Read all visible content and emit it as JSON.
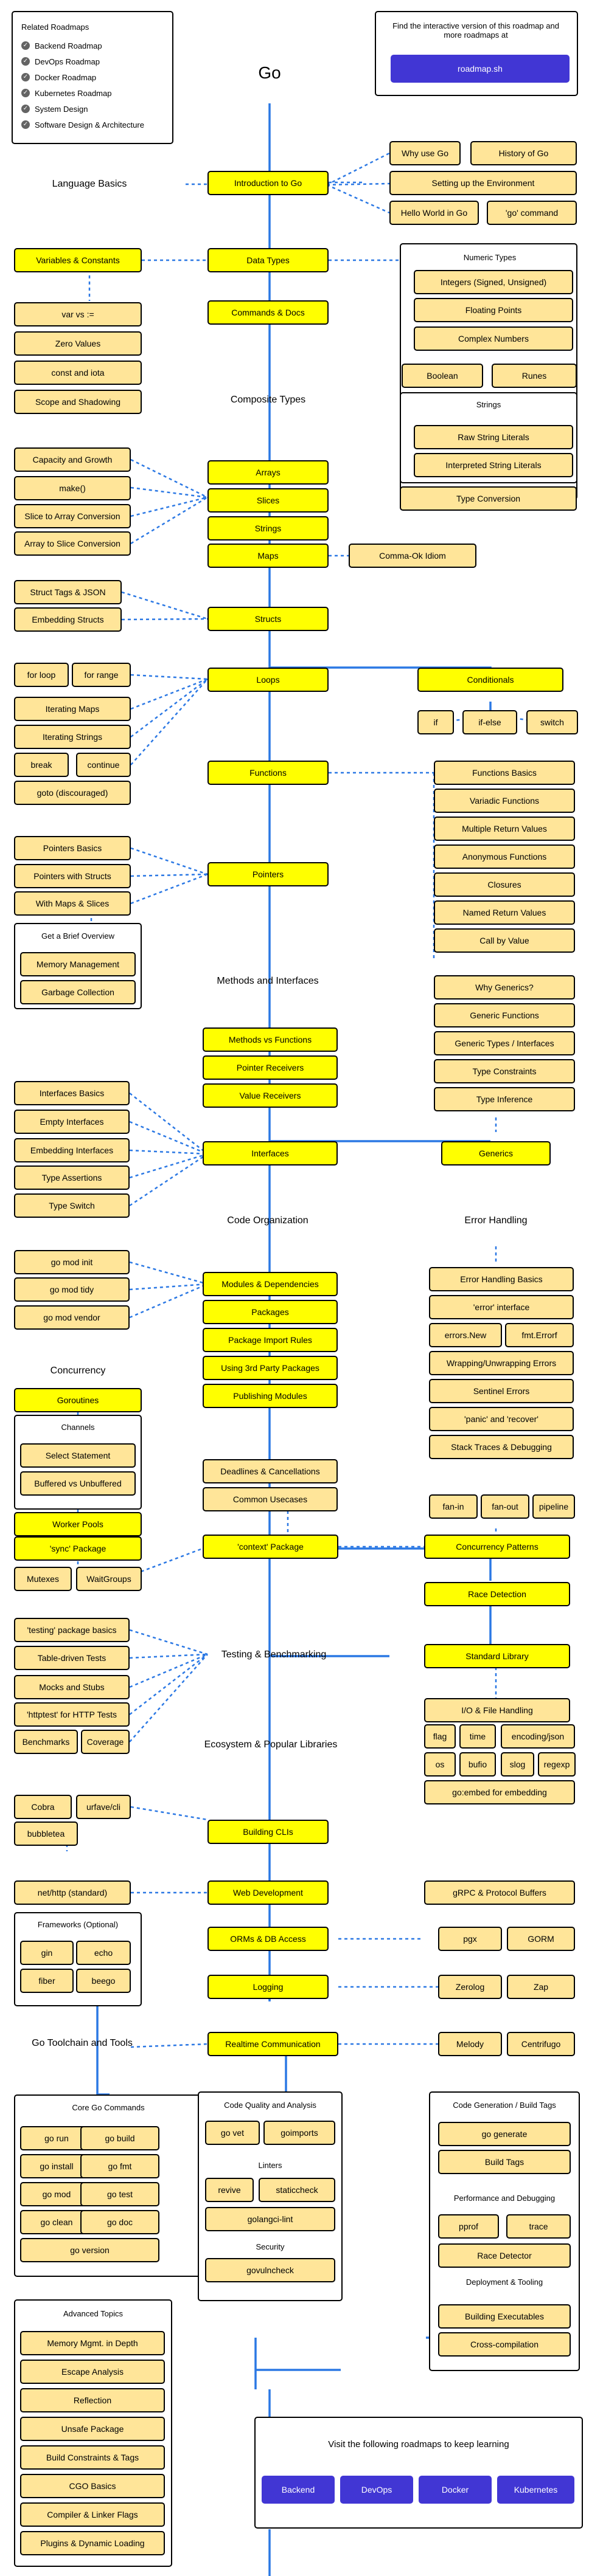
{
  "title": "Go",
  "related": {
    "heading": "Related Roadmaps",
    "check": "✓",
    "items": [
      "Backend Roadmap",
      "DevOps Roadmap",
      "Docker Roadmap",
      "Kubernetes Roadmap",
      "System Design",
      "Software Design & Architecture"
    ]
  },
  "interactive": {
    "text": "Find the interactive version of this roadmap and more roadmaps at",
    "button": "roadmap.sh"
  },
  "nodes": {
    "n1": "Language Basics",
    "n2": "Introduction to Go",
    "n3": "Why use Go",
    "n4": "History of Go",
    "n5": "Setting up the Environment",
    "n6": "Hello World in Go",
    "n7": "'go' command",
    "n8": "Variables & Constants",
    "n9": "Data Types",
    "n10": "var vs :=",
    "n11": "Zero Values",
    "n12": "const and iota",
    "n13": "Scope and Shadowing",
    "n14": "Commands & Docs",
    "n15": "Numeric Types",
    "n16": "Integers (Signed, Unsigned)",
    "n17": "Floating Points",
    "n18": "Complex Numbers",
    "n19": "Boolean",
    "n20": "Runes",
    "n21": "Strings",
    "n22": "Raw String Literals",
    "n23": "Interpreted String Literals",
    "n24": "Type Conversion",
    "n25": "Composite Types",
    "n26": "Capacity and Growth",
    "n27": "Arrays",
    "n28": "make()",
    "n29": "Slices",
    "n30": "Slice to Array Conversion",
    "n31": "Strings",
    "n32": "Array to Slice Conversion",
    "n33": "Maps",
    "n34": "Comma-Ok Idiom",
    "n35": "Struct Tags & JSON",
    "n36": "Embedding Structs",
    "n37": "Structs",
    "n38": "for loop",
    "n39": "for range",
    "n40": "Loops",
    "n41": "Conditionals",
    "n42": "Iterating Maps",
    "n43": "Iterating Strings",
    "n44": "break",
    "n45": "continue",
    "n46": "if",
    "n47": "if-else",
    "n48": "switch",
    "n49": "goto (discouraged)",
    "n50": "Functions",
    "n51": "Functions Basics",
    "n52": "Variadic Functions",
    "n53": "Multiple Return Values",
    "n54": "Anonymous Functions",
    "n55": "Closures",
    "n56": "Named Return Values",
    "n57": "Call by Value",
    "n58": "Pointers Basics",
    "n59": "Pointers with Structs",
    "n60": "Pointers",
    "n61": "With Maps & Slices",
    "n62": "Get a Brief Overview",
    "n63": "Memory Management",
    "n64": "Garbage Collection",
    "n65": "Methods and Interfaces",
    "n66": "Why Generics?",
    "n67": "Methods vs Functions",
    "n68": "Generic Functions",
    "n69": "Pointer Receivers",
    "n70": "Generic Types / Interfaces",
    "n71": "Value Receivers",
    "n72": "Type Constraints",
    "n73": "Interfaces Basics",
    "n74": "Type Inference",
    "n75": "Empty Interfaces",
    "n76": "Embedding Interfaces",
    "n77": "Interfaces",
    "n78": "Generics",
    "n79": "Type Assertions",
    "n80": "Type Switch",
    "n81": "Code Organization",
    "n82": "Error Handling",
    "n83": "go mod init",
    "n84": "go mod tidy",
    "n85": "Modules & Dependencies",
    "n86": "Error Handling Basics",
    "n87": "go mod vendor",
    "n88": "Packages",
    "n89": "'error' interface",
    "n90": "errors.New",
    "n91": "fmt.Errorf",
    "n92": "Package Import Rules",
    "n93": "Wrapping/Unwrapping Errors",
    "n94": "Using 3rd Party Packages",
    "n95": "Sentinel Errors",
    "n96": "Concurrency",
    "n97": "Goroutines",
    "n98": "Publishing Modules",
    "n99": "'panic' and 'recover'",
    "n100": "Channels",
    "n101": "Stack Traces & Debugging",
    "n102": "Select Statement",
    "n103": "Deadlines & Cancellations",
    "n104": "Buffered vs Unbuffered",
    "n105": "Common Usecases",
    "n106": "fan-in",
    "n107": "fan-out",
    "n108": "pipeline",
    "n109": "Worker Pools",
    "n110": "'sync' Package",
    "n111": "'context' Package",
    "n112": "Concurrency Patterns",
    "n113": "Mutexes",
    "n114": "WaitGroups",
    "n115": "Race Detection",
    "n116": "'testing' package basics",
    "n117": "Table-driven Tests",
    "n118": "Testing & Benchmarking",
    "n119": "Standard Library",
    "n120": "Mocks and Stubs",
    "n121": "I/O & File Handling",
    "n122": "'httptest' for HTTP Tests",
    "n123": "flag",
    "n124": "time",
    "n125": "encoding/json",
    "n126": "Benchmarks",
    "n127": "Coverage",
    "n128": "Ecosystem & Popular Libraries",
    "n129": "os",
    "n130": "bufio",
    "n131": "slog",
    "n132": "regexp",
    "n133": "go:embed for embedding",
    "n134": "Cobra",
    "n135": "urfave/cli",
    "n136": "bubbletea",
    "n137": "Building CLIs",
    "n138": "net/http (standard)",
    "n139": "Web Development",
    "n140": "gRPC & Protocol Buffers",
    "n141": "Frameworks (Optional)",
    "n142": "gin",
    "n143": "echo",
    "n144": "ORMs & DB Access",
    "n145": "pgx",
    "n146": "GORM",
    "n147": "fiber",
    "n148": "beego",
    "n149": "Logging",
    "n150": "Zerolog",
    "n151": "Zap",
    "n152": "Go Toolchain and Tools",
    "n153": "Realtime Communication",
    "n154": "Melody",
    "n155": "Centrifugo",
    "n156": "Core Go Commands",
    "n157": "Code Quality and Analysis",
    "n158": "Code Generation / Build Tags",
    "n159": "go run",
    "n160": "go build",
    "n161": "go vet",
    "n162": "goimports",
    "n163": "go generate",
    "n164": "go install",
    "n165": "go fmt",
    "n166": "Build Tags",
    "n167": "Linters",
    "n168": "go mod",
    "n169": "go test",
    "n170": "revive",
    "n171": "staticcheck",
    "n172": "Performance and Debugging",
    "n173": "go clean",
    "n174": "go doc",
    "n175": "golangci-lint",
    "n176": "pprof",
    "n177": "trace",
    "n178": "Security",
    "n179": "go version",
    "n180": "Race Detector",
    "n181": "govulncheck",
    "n182": "Deployment & Tooling",
    "n183": "Advanced Topics",
    "n184": "Building Executables",
    "n185": "Memory Mgmt. in Depth",
    "n186": "Cross-compilation",
    "n187": "Escape Analysis",
    "n188": "Reflection",
    "n189": "Unsafe Package",
    "n190": "Build Constraints & Tags",
    "n191": "CGO Basics",
    "n192": "Compiler & Linker Flags",
    "n193": "Plugins & Dynamic Loading"
  },
  "footer": {
    "text": "Visit the following roadmaps to keep learning",
    "links": [
      "Backend",
      "DevOps",
      "Docker",
      "Kubernetes"
    ]
  },
  "colors": {
    "topic": "#ffff00",
    "subtopic": "#ffe599",
    "line": "#2b78e4",
    "button": "#4136d4"
  }
}
